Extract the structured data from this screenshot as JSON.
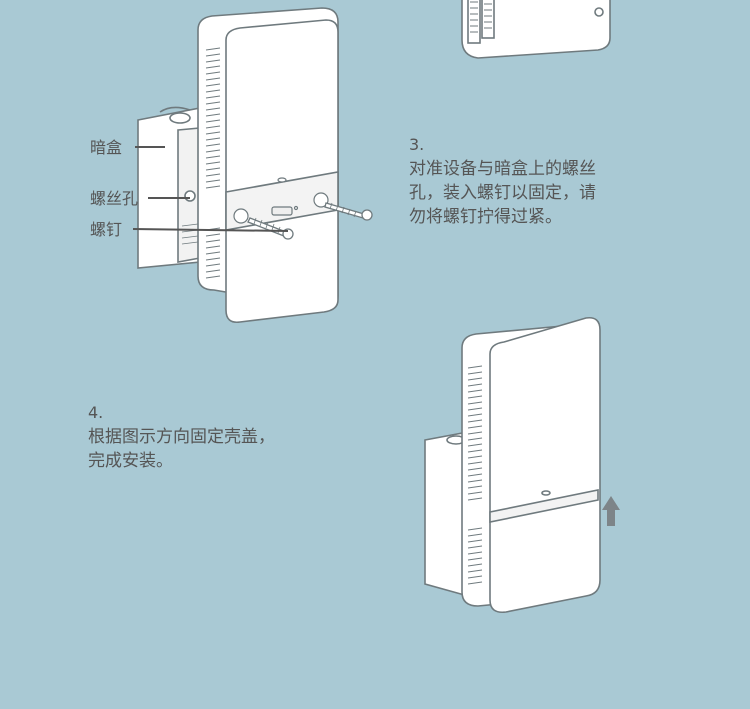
{
  "labels": {
    "box": "暗盒",
    "screw_hole": "螺丝孔",
    "screw": "螺钉"
  },
  "step3": {
    "number": "3.",
    "text": "对准设备与暗盒上的螺丝\n孔，装入螺钉以固定，请\n勿将螺钉拧得过紧。"
  },
  "step4": {
    "number": "4.",
    "text": "根据图示方向固定壳盖，\n完成安装。"
  },
  "colors": {
    "background": "#a9c9d4",
    "device": "#ffffff",
    "outline": "#6f7a7e",
    "arrow": "#7d8488",
    "text": "#555555"
  }
}
